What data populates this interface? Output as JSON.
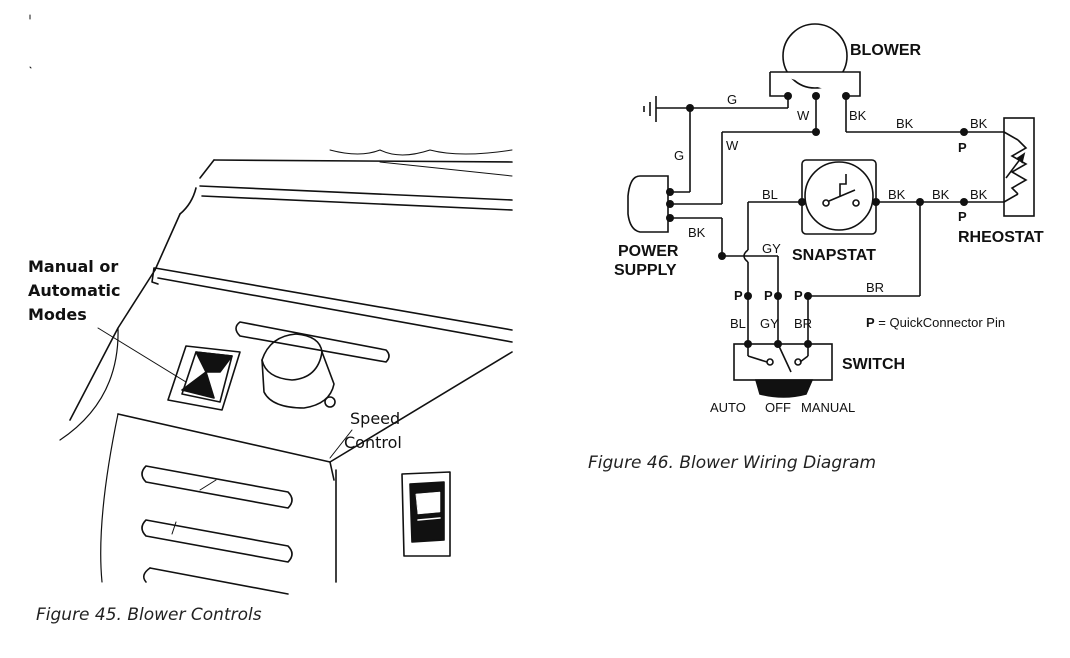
{
  "figure45": {
    "caption": "Figure 45.  Blower Controls",
    "callout_modes": [
      "Manual or",
      "Automatic",
      "Modes"
    ],
    "callout_speed": [
      "Speed",
      "Control"
    ]
  },
  "figure46": {
    "caption": "Figure 46. Blower Wiring Diagram",
    "components": {
      "blower": "BLOWER",
      "power_supply": [
        "POWER",
        "SUPPLY"
      ],
      "snapstat": "SNAPSTAT",
      "rheostat": "RHEOSTAT",
      "switch": "SWITCH"
    },
    "wire_labels": {
      "g_top": "G",
      "g_left": "G",
      "w_blower": "W",
      "w_left": "W",
      "bk_blower": "BK",
      "bk_top_run": "BK",
      "bk_rheo_top": "BK",
      "bl_snap": "BL",
      "bk_snap": "BK",
      "bk_mid": "BK",
      "bk_rheo_bottom": "BK",
      "bk_power": "BK",
      "gy_top": "GY",
      "br_run": "BR",
      "bl_switch": "BL",
      "gy_switch": "GY",
      "br_switch": "BR"
    },
    "pins": {
      "p_rheo_top": "P",
      "p_rheo_bottom": "P",
      "p_sw1": "P",
      "p_sw2": "P",
      "p_sw3": "P"
    },
    "legend": {
      "key": "P",
      "text": " = QuickConnector Pin"
    },
    "switch_positions": [
      "AUTO",
      "OFF",
      "MANUAL"
    ]
  }
}
